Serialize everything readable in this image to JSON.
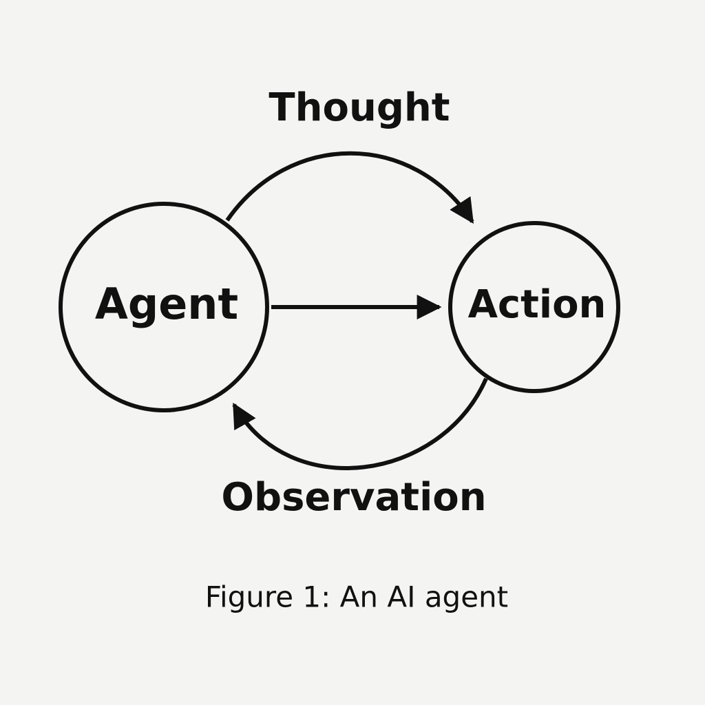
{
  "diagram": {
    "nodes": {
      "agent": {
        "label": "Agent"
      },
      "action": {
        "label": "Action"
      }
    },
    "edges": {
      "thought": {
        "label": "Thought",
        "from": "Agent",
        "to": "Action"
      },
      "direct": {
        "label": "",
        "from": "Agent",
        "to": "Action"
      },
      "observation": {
        "label": "Observation",
        "from": "Action",
        "to": "Agent"
      }
    },
    "caption": "Figure 1: An AI agent"
  },
  "colors": {
    "background": "#f4f4f3",
    "stroke": "#111111",
    "text": "#111111"
  }
}
